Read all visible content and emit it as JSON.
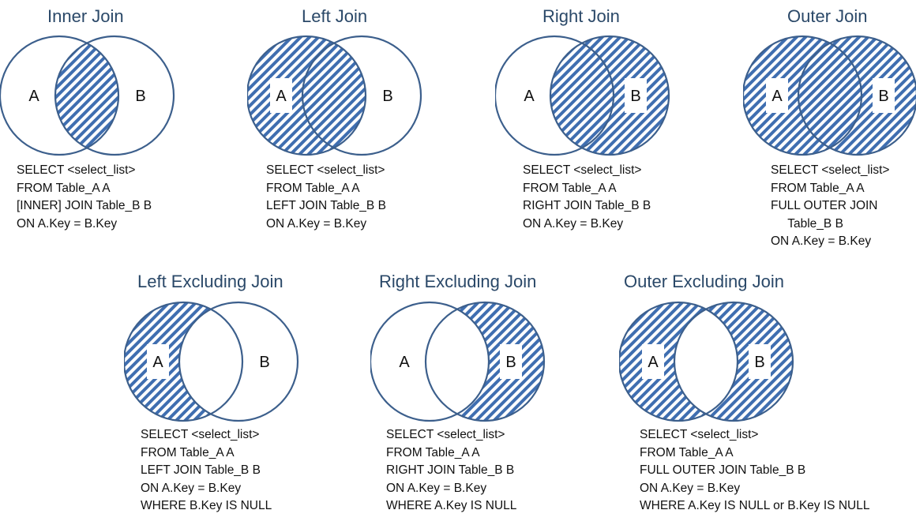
{
  "colors": {
    "circle_stroke": "#3c5f8c",
    "hatch": "#3f6eb0",
    "title": "#2a4868",
    "label_bg": "#ffffff"
  },
  "diagrams": [
    {
      "title": "Inner Join",
      "fill": "intersection",
      "label_a": "A",
      "label_b": "B",
      "sql": [
        "SELECT <select_list>",
        "FROM Table_A A",
        "[INNER] JOIN Table_B B",
        "ON A.Key = B.Key"
      ]
    },
    {
      "title": "Left Join",
      "fill": "a",
      "label_a": "A",
      "label_b": "B",
      "sql": [
        "SELECT <select_list>",
        "FROM Table_A A",
        "LEFT JOIN Table_B B",
        "ON A.Key = B.Key"
      ]
    },
    {
      "title": "Right Join",
      "fill": "b",
      "label_a": "A",
      "label_b": "B",
      "sql": [
        "SELECT <select_list>",
        "FROM Table_A A",
        "RIGHT JOIN Table_B B",
        "ON A.Key = B.Key"
      ]
    },
    {
      "title": "Outer Join",
      "fill": "both",
      "label_a": "A",
      "label_b": "B",
      "sql": [
        "SELECT <select_list>",
        "FROM Table_A A",
        "FULL OUTER JOIN",
        "     Table_B B",
        "ON A.Key = B.Key"
      ]
    },
    {
      "title": "Left Excluding Join",
      "fill": "a-only",
      "label_a": "A",
      "label_b": "B",
      "sql": [
        "SELECT <select_list>",
        "FROM Table_A A",
        "LEFT JOIN Table_B B",
        "ON A.Key = B.Key",
        "WHERE B.Key IS NULL"
      ]
    },
    {
      "title": "Right Excluding Join",
      "fill": "b-only",
      "label_a": "A",
      "label_b": "B",
      "sql": [
        "SELECT <select_list>",
        "FROM Table_A A",
        "RIGHT JOIN Table_B B",
        "ON A.Key = B.Key",
        "WHERE A.Key IS NULL"
      ]
    },
    {
      "title": "Outer Excluding Join",
      "fill": "xor",
      "label_a": "A",
      "label_b": "B",
      "sql": [
        "SELECT <select_list>",
        "FROM Table_A A",
        "FULL OUTER JOIN Table_B B",
        "ON A.Key = B.Key",
        "WHERE A.Key IS NULL or B.Key IS NULL"
      ]
    }
  ]
}
